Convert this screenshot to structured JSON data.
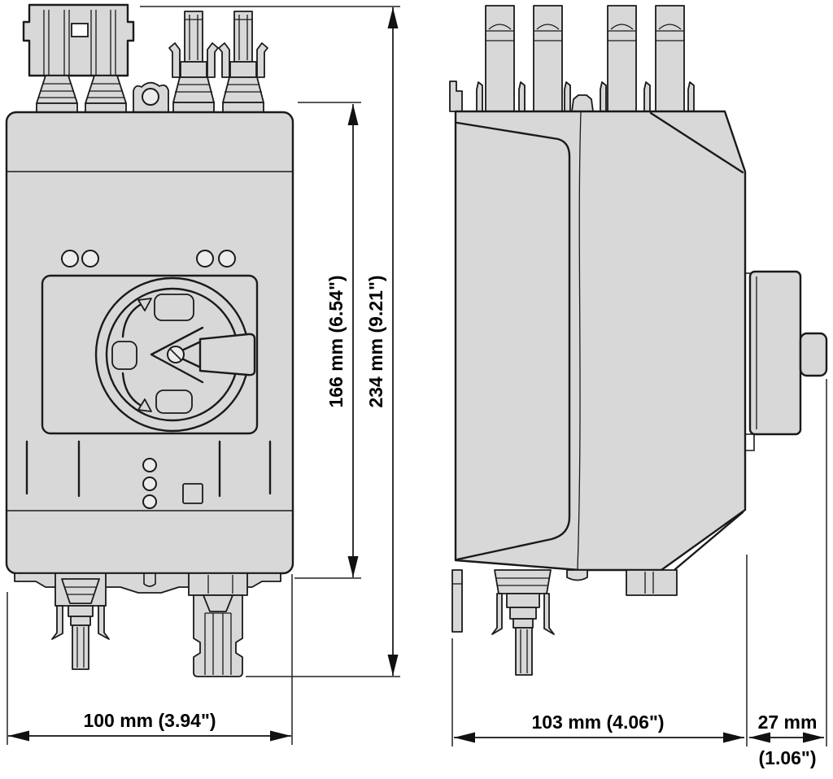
{
  "drawing": {
    "description": "dimension drawing, front and side view"
  },
  "dimensions": {
    "width": "100 mm (3.94\")",
    "body_height": "166 mm (6.54\")",
    "total_height": "234 mm (9.21\")",
    "depth": "103 mm (4.06\")",
    "handle_depth": "27 mm",
    "handle_depth_inches": "(1.06\")"
  },
  "colors": {
    "body_fill": "#d8d8d8",
    "outline": "#1a1a1a",
    "background": "#ffffff",
    "dimension_text": "#000000"
  }
}
